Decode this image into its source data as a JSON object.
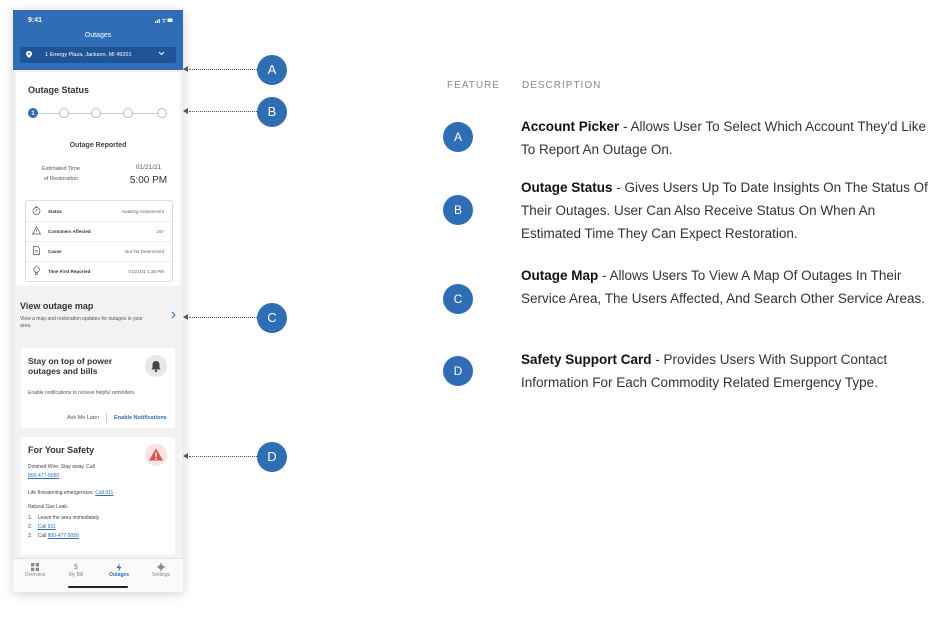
{
  "phone": {
    "status_time": "9:41",
    "header_title": "Outages",
    "account_address": "1 Energy Plaza, Jackson, MI 49201",
    "outage_status": {
      "title": "Outage Status",
      "active_step": "1",
      "step_text": "Outage Reported",
      "etr_label_line1": "Estimated Time",
      "etr_label_line2": "of Restoration",
      "etr_date": "01/21/21",
      "etr_time": "5:00 PM",
      "details": [
        {
          "label": "Status",
          "value": "Awaiting Assessment",
          "icon": "stopwatch-icon"
        },
        {
          "label": "Customers Affected",
          "value": "197",
          "icon": "warning-icon"
        },
        {
          "label": "Cause",
          "value": "Not Yet Determined",
          "icon": "document-icon"
        },
        {
          "label": "Time First Reported",
          "value": "01/21/21 1:36 PM",
          "icon": "lightbulb-icon"
        }
      ]
    },
    "map_card": {
      "title": "View outage map",
      "description": "View a map and restoration updates for outages in your area."
    },
    "notification_card": {
      "title_line1": "Stay on top of power",
      "title_line2": "outages and bills",
      "description": "Enable notifications to recieve helpful reminders.",
      "later_label": "Ask Me Later",
      "enable_label": "Enable Notifications"
    },
    "safety_card": {
      "title": "For Your Safety",
      "downed_wire_text": "Downed Wire: Stay away. Call",
      "downed_wire_phone": "800-477-5050",
      "life_threat_text": "Life threatening emergencies:",
      "life_threat_link": "Call 911",
      "gas_leak_label": "Natural Gas Leak:",
      "gas_step1": "Leave the area immediately",
      "gas_step2_link": "Call 911",
      "gas_step3_text": "Call",
      "gas_step3_phone": "800-477-5050",
      "num1": "1.",
      "num2": "2.",
      "num3": "3."
    },
    "tabs": [
      {
        "label": "Overview",
        "icon": "grid-icon"
      },
      {
        "label": "My Bill",
        "icon": "dollar-icon"
      },
      {
        "label": "Outages",
        "icon": "lightning-icon"
      },
      {
        "label": "Settings",
        "icon": "gear-icon"
      }
    ],
    "active_tab": "Outages"
  },
  "callouts": [
    "A",
    "B",
    "C",
    "D"
  ],
  "table": {
    "header_feature": "FEATURE",
    "header_description": "DESCRIPTION",
    "rows": [
      {
        "badge": "A",
        "name": "Account Picker",
        "description": " - Allows User To Select Which Account They'd Like To Report An Outage On."
      },
      {
        "badge": "B",
        "name": "Outage Status",
        "description": " - Gives Users Up To Date Insights On The Status Of  Their Outages. User Can Also Receive Status On When An Estimated Time They Can Expect Restoration."
      },
      {
        "badge": "C",
        "name": "Outage Map",
        "description": " - Allows Users To View A Map Of Outages In Their Service Area, The Users Affected, And Search Other Service Areas."
      },
      {
        "badge": "D",
        "name": "Safety Support Card",
        "description": " - Provides Users With Support Contact Information For Each Commodity Related Emergency Type."
      }
    ]
  },
  "colors": {
    "brand_blue": "#2f6db5",
    "account_bar": "#1f5596"
  }
}
